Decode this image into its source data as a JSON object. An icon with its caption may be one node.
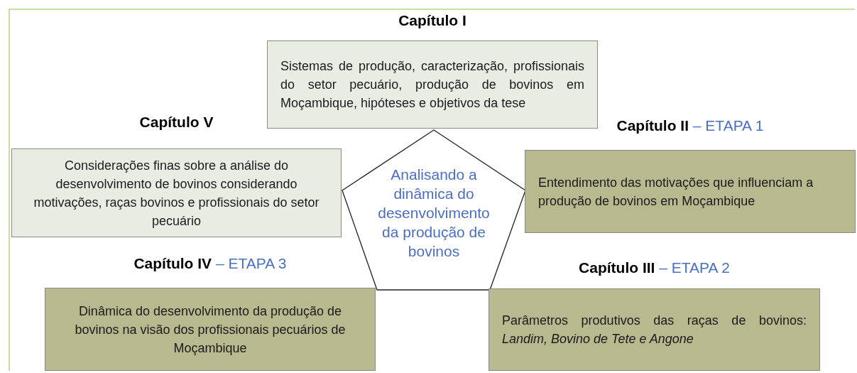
{
  "diagram": {
    "nodes": [
      {
        "text": [
          "**Capítulo I**",
          "Sistemas de produção, caracterização, profissionais do setor pecuário, produção de bovinos em Moçambique, hipóteses e objetivos da tese"
        ]
      },
      {
        "text": [
          "**Capítulo V**",
          "Considerações finas sobre a análise do desenvolvimento de bovinos considerando motivações, raças bovinos e profissionais do setor pecuário"
        ]
      },
      {
        "text": [
          "Analisando a dinâmica do desenvolvimento da produção de bovinos"
        ]
      },
      {
        "text": [
          "**Capítulo II** – ETAPA 1",
          "Entendimento das motivações que influenciam a produção de bovinos em Moçambique"
        ]
      },
      {
        "text": [
          "**Capítulo IV** – ETAPA 3",
          "Dinâmica do desenvolvimento da produção de bovinos na visão dos profissionais pecuários de Moçambique"
        ]
      },
      {
        "text": [
          "**Capítulo III** – ETAPA 2",
          "Parâmetros produtivos das raças de bovinos: *Landim, Bovino de Tete e Angone*"
        ]
      }
    ],
    "edges": []
  }
}
